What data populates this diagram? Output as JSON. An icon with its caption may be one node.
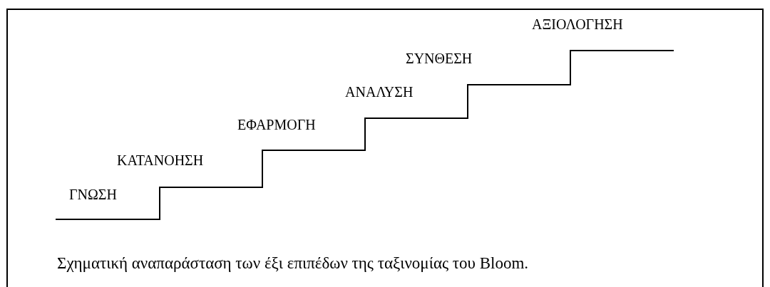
{
  "diagram": {
    "caption": "Σχηματική αναπαράσταση των έξι επιπέδων της ταξινομίας του Bloom.",
    "labels": [
      "ΓΝΩΣΗ",
      "ΚΑΤΑΝΟΗΣΗ",
      "ΕΦΑΡΜΟΓΗ",
      "ΑΝΑΛΥΣΗ",
      "ΣΥΝΘΕΣΗ",
      "ΑΞΙΟΛΟΓΗΣΗ"
    ]
  }
}
